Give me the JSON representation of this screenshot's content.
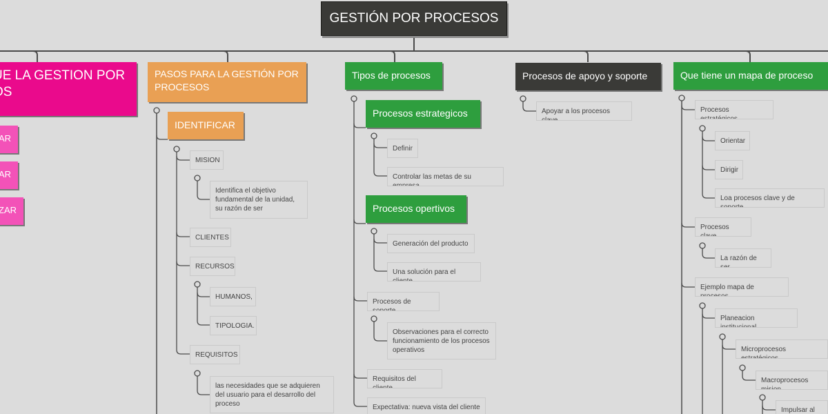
{
  "colors": {
    "background": "#dcdcdc",
    "line": "#4a4a4a",
    "root": "#3a3a37",
    "magenta": "#ea0a8c",
    "pink": "#f352b8",
    "orange": "#e9a054",
    "green": "#2e9e3e"
  },
  "root": {
    "label": "GESTIÓN POR PROCESOS"
  },
  "branch_pink": {
    "label": "UE LA GESTION POR OS",
    "line1": "UE LA GESTION POR",
    "line2": "OS",
    "items": [
      "AR",
      "AR",
      "ZAR"
    ]
  },
  "branch_pasos": {
    "label": "PASOS PARA LA GESTIÓN POR PROCESOS",
    "identificar": "IDENTIFICAR",
    "mision": "MISION",
    "mision_desc": "Identifica el objetivo fundamental de la unidad, su razón de ser",
    "clientes": "CLIENTES",
    "recursos": "RECURSOS",
    "humanos": "HUMANOS,",
    "tipologia": "TIPOLOGIA.",
    "requisitos": "REQUISITOS",
    "requisitos_desc": "las necesidades que se adquieren del usuario para el desarrollo del proceso"
  },
  "branch_tipos": {
    "label": "Tipos de procesos",
    "estrategicos": "Procesos estrategicos",
    "definir": "Definir",
    "controlar": "Controlar las metas de su empresa",
    "operativos": "Procesos opertivos",
    "generacion": "Generación del producto",
    "solucion": "Una solución para el cliente",
    "soporte": "Procesos de soporte",
    "observaciones": "Observaciones para el correcto funcionamiento de los procesos operativos",
    "requisitos_cliente": "Requisitos del cliente",
    "expectativa": "Expectativa: nueva vista del cliente"
  },
  "branch_apoyo": {
    "label": "Procesos de apoyo y soporte",
    "apoyar": "Apoyar a los procesos clave"
  },
  "branch_mapa": {
    "label": "Que tiene un mapa de proceso",
    "estrategicos": "Procesos estratégicos",
    "orientar": "Orientar",
    "dirigir": "Dirigir",
    "clave_soporte": "Loa procesos clave y de soporte",
    "clave": "Procesos clave",
    "razon": "La razón de ser",
    "ejemplo": "Ejemplo mapa de procesos",
    "planeacion": "Planeacion institucional",
    "micro": "Microprocesos estratégicos",
    "macro": "Macroprocesos mision",
    "impulsar": "Impulsar al depa"
  }
}
